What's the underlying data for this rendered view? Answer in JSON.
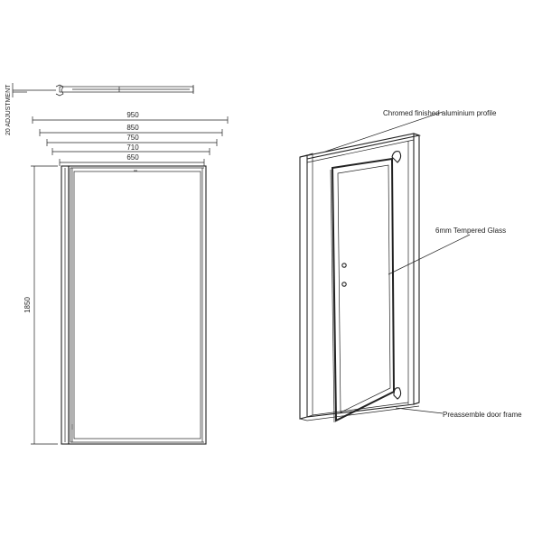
{
  "plan_view": {
    "adjustment_label": "20 ADJUSTMENT"
  },
  "dimensions": {
    "widths": [
      "950",
      "850",
      "750",
      "710",
      "650"
    ],
    "height": "1850"
  },
  "callouts": {
    "profile": "Chromed finished aluminium profile",
    "glass": "6mm Tempered Glass",
    "frame": "Preassemble door frame"
  }
}
